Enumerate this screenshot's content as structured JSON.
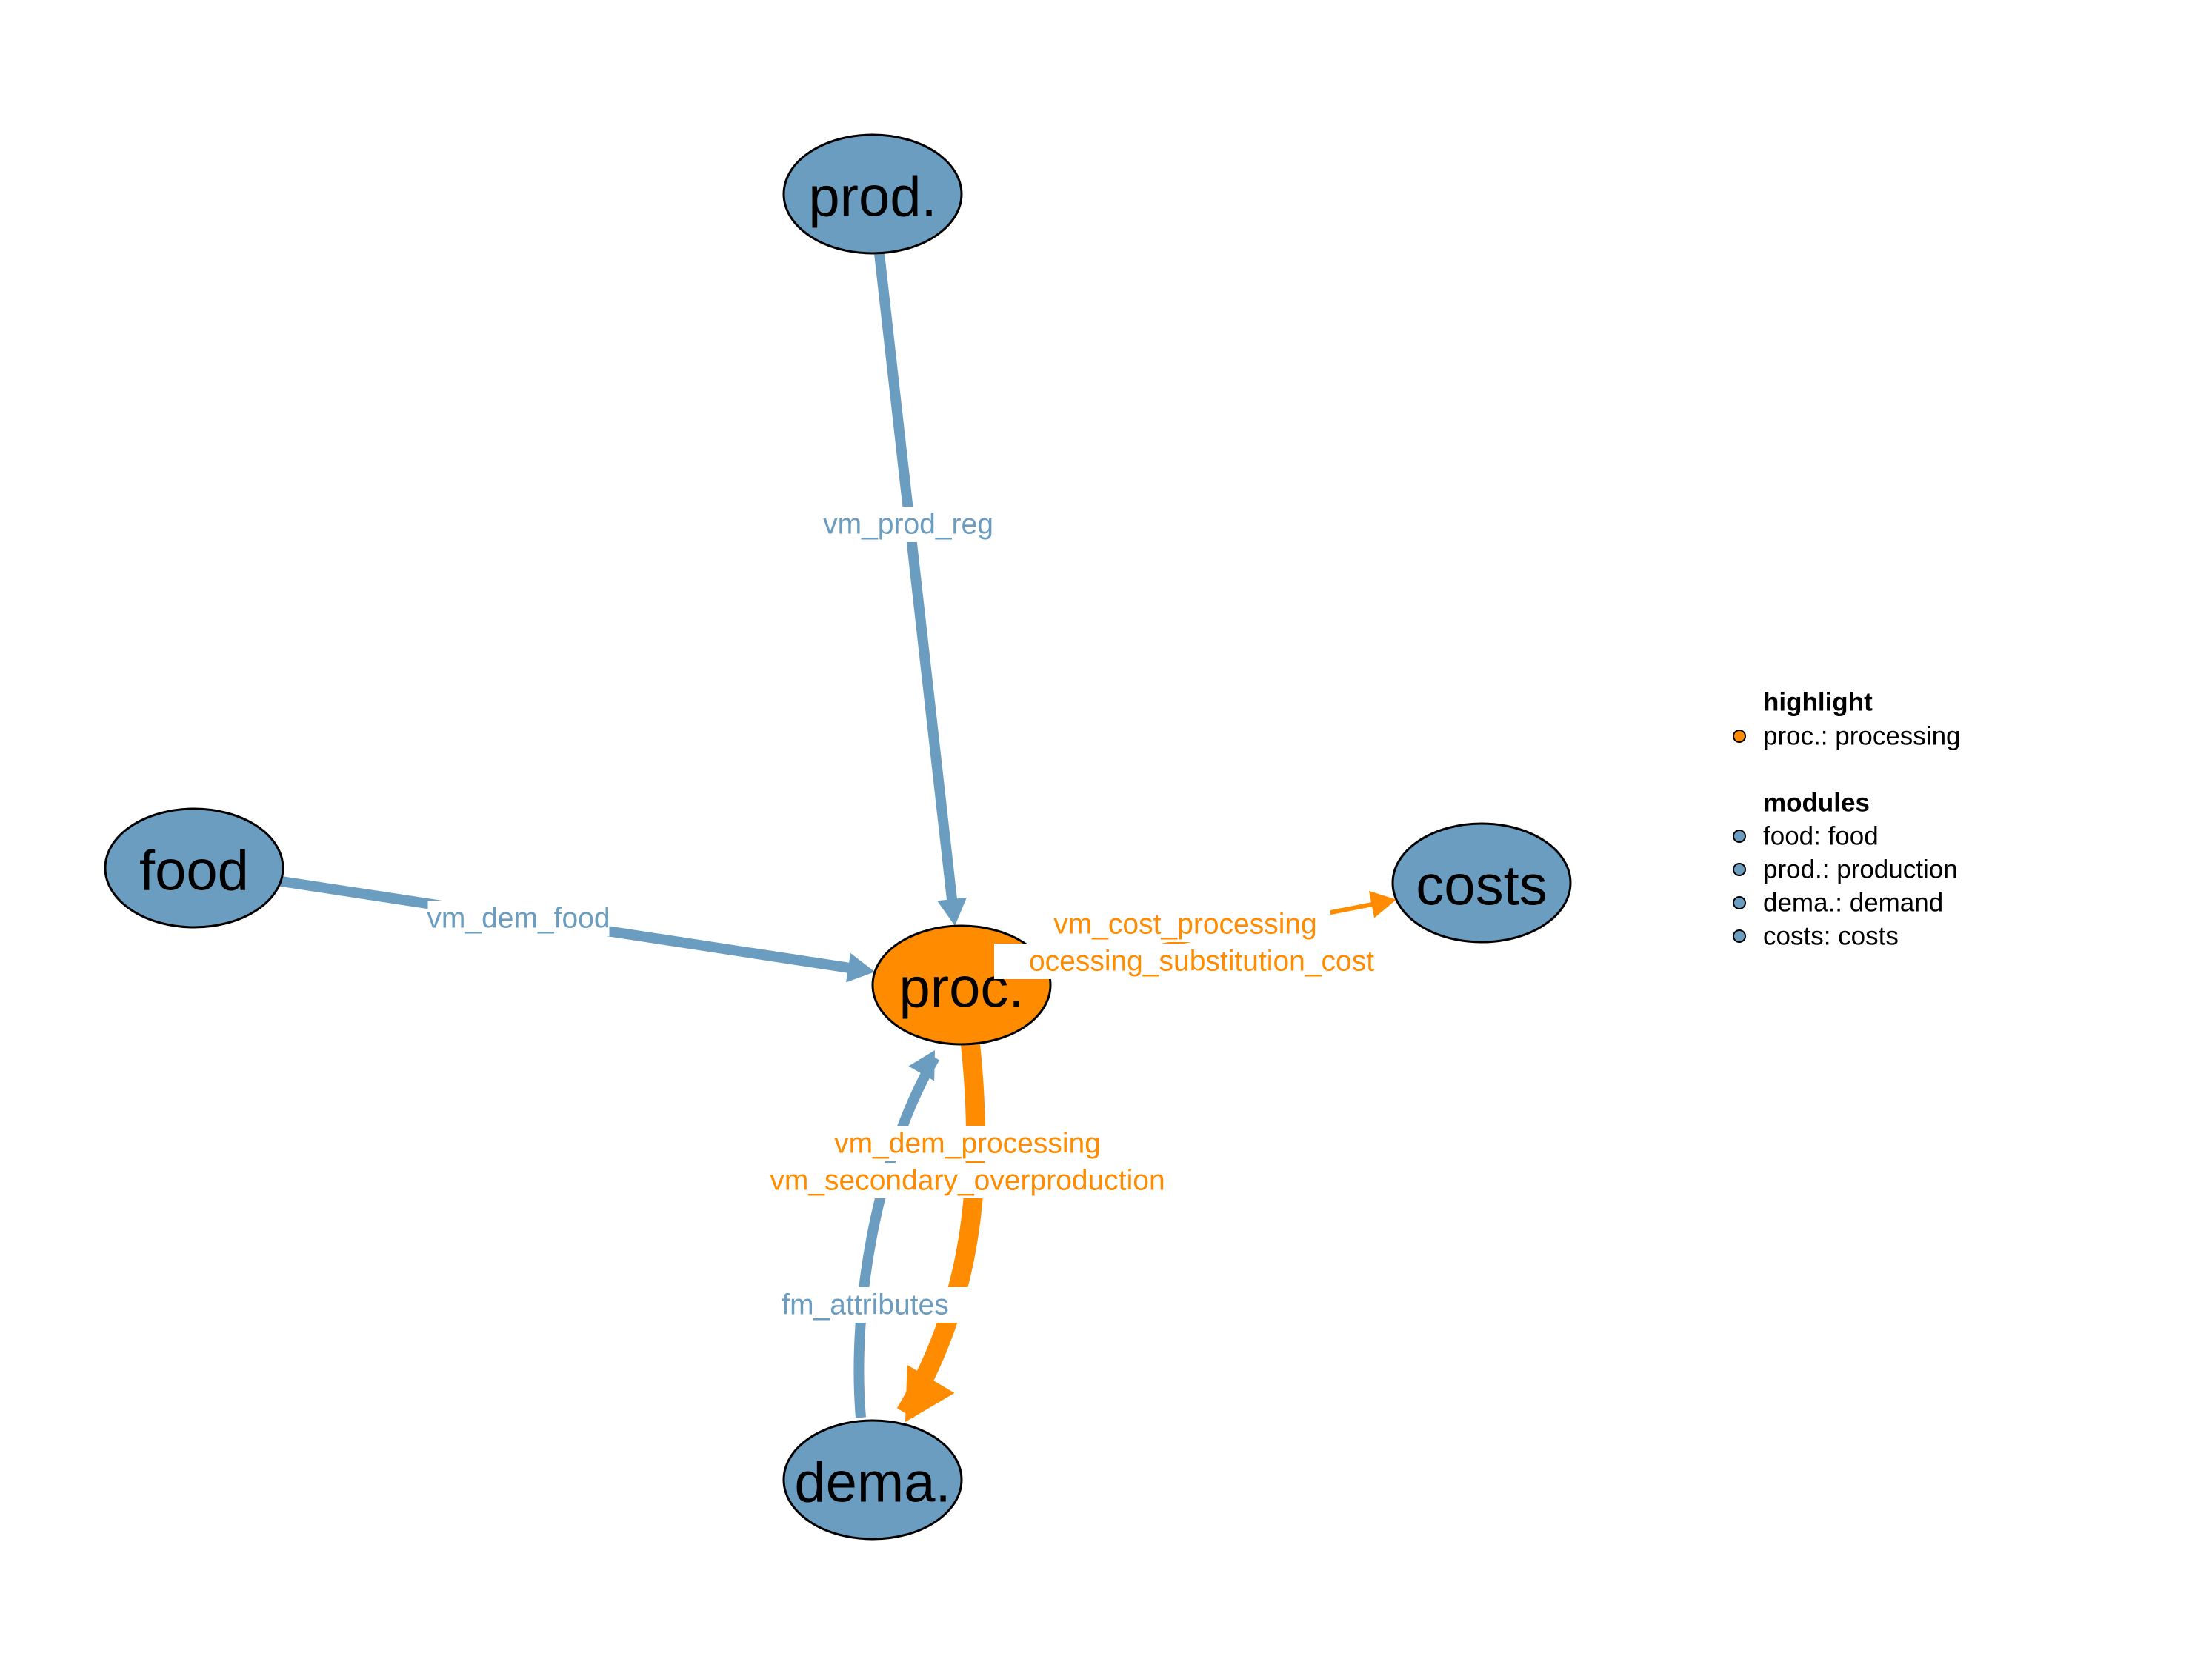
{
  "colors": {
    "module": "#6b9dc0",
    "highlight": "#ff8c00",
    "outline": "#000000",
    "label_bg": "#ffffff"
  },
  "nodes": [
    {
      "id": "prod",
      "label": "prod.",
      "highlight": false
    },
    {
      "id": "food",
      "label": "food",
      "highlight": false
    },
    {
      "id": "proc",
      "label": "proc.",
      "highlight": true
    },
    {
      "id": "costs",
      "label": "costs",
      "highlight": false
    },
    {
      "id": "dema",
      "label": "dema.",
      "highlight": false
    }
  ],
  "edges": [
    {
      "from": "prod",
      "to": "proc",
      "labels": [
        "vm_prod_reg"
      ],
      "color": "module"
    },
    {
      "from": "food",
      "to": "proc",
      "labels": [
        "vm_dem_food"
      ],
      "color": "module"
    },
    {
      "from": "proc",
      "to": "costs",
      "labels": [
        "vm_cost_processing",
        "ocessing_substitution_cost"
      ],
      "color": "highlight"
    },
    {
      "from": "dema",
      "to": "proc",
      "labels": [
        "fm_attributes"
      ],
      "color": "module"
    },
    {
      "from": "proc",
      "to": "dema",
      "labels": [
        "vm_dem_processing",
        "vm_secondary_overproduction"
      ],
      "color": "highlight"
    }
  ],
  "legend": {
    "highlight_title": "highlight",
    "highlight_items": [
      {
        "text": "proc.: processing",
        "color": "highlight"
      }
    ],
    "modules_title": "modules",
    "modules_items": [
      {
        "text": "food: food",
        "color": "module"
      },
      {
        "text": "prod.: production",
        "color": "module"
      },
      {
        "text": "dema.: demand",
        "color": "module"
      },
      {
        "text": "costs: costs",
        "color": "module"
      }
    ]
  }
}
